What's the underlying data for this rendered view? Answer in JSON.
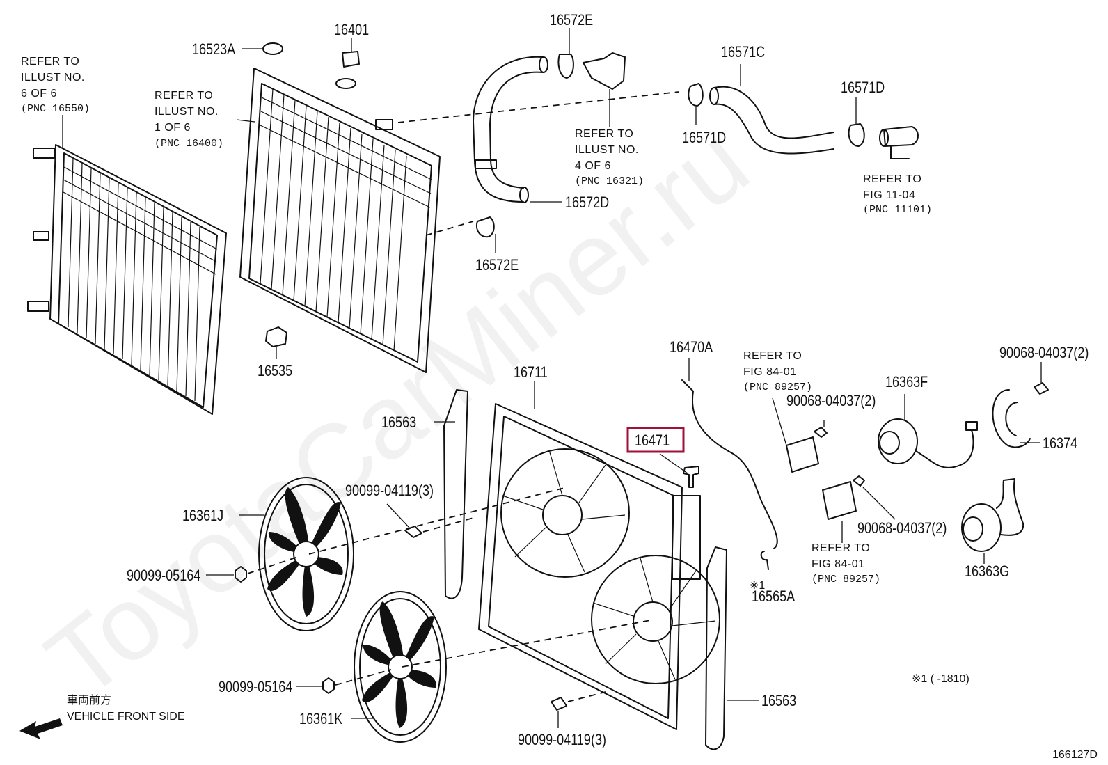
{
  "watermark": "ToyotaCarMiner.ru",
  "diagram_id": "166127D",
  "direction": {
    "japanese": "車両前方",
    "english": "VEHICLE FRONT SIDE"
  },
  "footnote": "※1 (     -1810)",
  "highlight_color": "#a0103a",
  "parts": [
    {
      "id": "16523A",
      "label": "16523A"
    },
    {
      "id": "16401",
      "label": "16401"
    },
    {
      "id": "16572E-top",
      "label": "16572E"
    },
    {
      "id": "16571C",
      "label": "16571C"
    },
    {
      "id": "16571D-right",
      "label": "16571D"
    },
    {
      "id": "16571D-left",
      "label": "16571D"
    },
    {
      "id": "16572D",
      "label": "16572D"
    },
    {
      "id": "16572E-bottom",
      "label": "16572E"
    },
    {
      "id": "16535",
      "label": "16535"
    },
    {
      "id": "16711",
      "label": "16711"
    },
    {
      "id": "16470A",
      "label": "16470A"
    },
    {
      "id": "16563-top",
      "label": "16563"
    },
    {
      "id": "16471",
      "label": "16471",
      "highlighted": true
    },
    {
      "id": "90099-04119-top",
      "label": "90099-04119(3)"
    },
    {
      "id": "16361J",
      "label": "16361J"
    },
    {
      "id": "90099-05164-top",
      "label": "90099-05164"
    },
    {
      "id": "90099-05164-bottom",
      "label": "90099-05164"
    },
    {
      "id": "16361K",
      "label": "16361K"
    },
    {
      "id": "90099-04119-bottom",
      "label": "90099-04119(3)"
    },
    {
      "id": "16563-bottom",
      "label": "16563"
    },
    {
      "id": "16565A",
      "label": "16565A"
    },
    {
      "id": "16565A-note",
      "label": "※1"
    },
    {
      "id": "90068-04037-a",
      "label": "90068-04037(2)"
    },
    {
      "id": "90068-04037-b",
      "label": "90068-04037(2)"
    },
    {
      "id": "90068-04037-c",
      "label": "90068-04037(2)"
    },
    {
      "id": "16363F",
      "label": "16363F"
    },
    {
      "id": "16374",
      "label": "16374"
    },
    {
      "id": "16363G",
      "label": "16363G"
    }
  ],
  "references": [
    {
      "id": "ref-16550",
      "lines": [
        "REFER TO",
        "ILLUST NO.",
        "6 OF 6"
      ],
      "pnc": "(PNC 16550)"
    },
    {
      "id": "ref-16400",
      "lines": [
        "REFER TO",
        "ILLUST NO.",
        "1 OF 6"
      ],
      "pnc": "(PNC 16400)"
    },
    {
      "id": "ref-16321",
      "lines": [
        "REFER TO",
        "ILLUST NO.",
        "4 OF 6"
      ],
      "pnc": "(PNC 16321)"
    },
    {
      "id": "ref-11101",
      "lines": [
        "REFER TO",
        "FIG 11-04"
      ],
      "pnc": "(PNC 11101)"
    },
    {
      "id": "ref-89257-a",
      "lines": [
        "REFER TO",
        "FIG 84-01"
      ],
      "pnc": "(PNC 89257)"
    },
    {
      "id": "ref-89257-b",
      "lines": [
        "REFER TO",
        "FIG 84-01"
      ],
      "pnc": "(PNC 89257)"
    }
  ]
}
